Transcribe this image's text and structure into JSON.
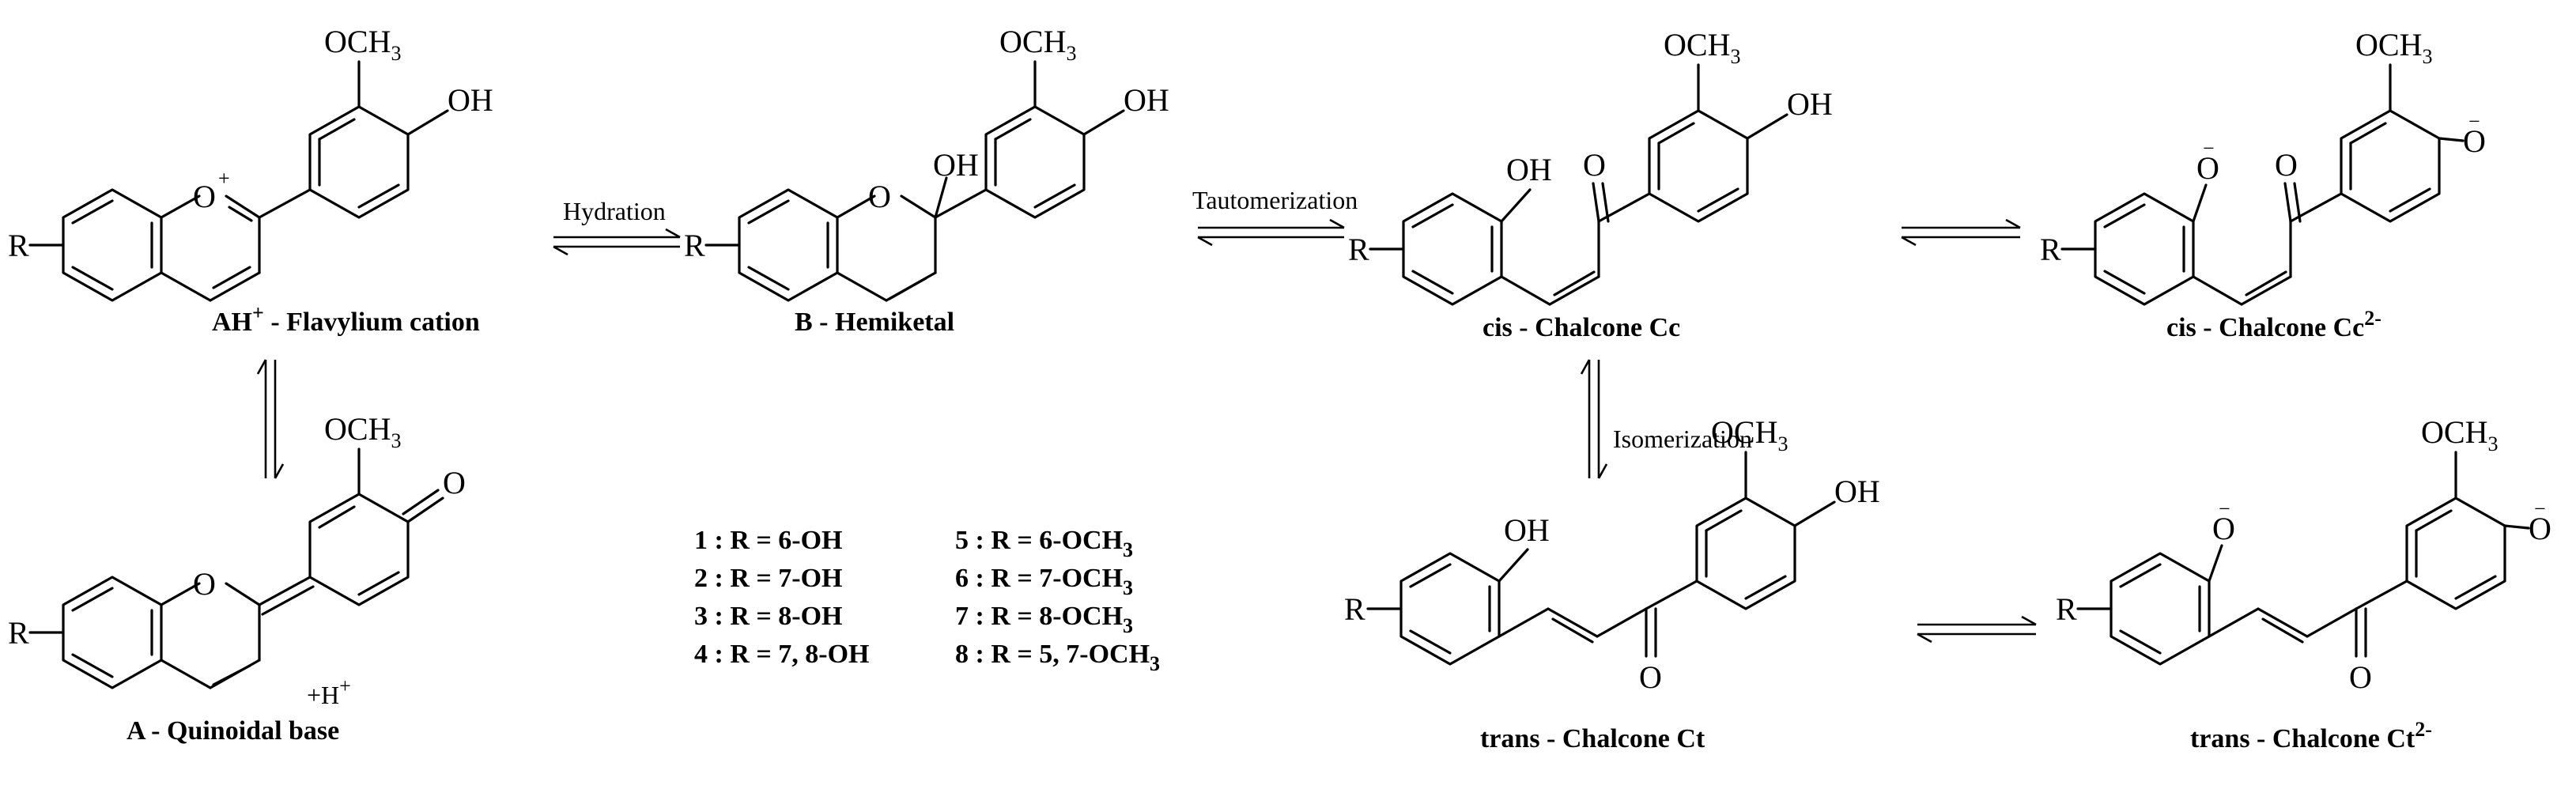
{
  "labels": {
    "och3": "OCH",
    "och3_sub": "3",
    "oh": "OH",
    "o": "O",
    "r": "R",
    "plus": "+",
    "minus": "−"
  },
  "captions": {
    "flavylium_prefix": "AH",
    "flavylium_sup": "+",
    "flavylium_rest": " - Flavylium cation",
    "hemiketal": "B - Hemiketal",
    "cis": "cis - Chalcone Cc",
    "cis2_prefix": "cis - Chalcone Cc",
    "cis2_sup": "2-",
    "trans": "trans - Chalcone Ct",
    "trans2_prefix": "trans - Chalcone Ct",
    "trans2_sup": "2-",
    "quinoidal": "A - Quinoidal base",
    "hplus": "+H",
    "hplus_sup": "+"
  },
  "arrows": {
    "hydration": "Hydration",
    "tautomerization": "Tautomerization",
    "isomerization": "Isomerization"
  },
  "compounds": [
    {
      "left": "1 : R = 6-OH",
      "right": "5 : R = 6-OCH",
      "right_sub": "3"
    },
    {
      "left": "2 : R = 7-OH",
      "right": "6 : R = 7-OCH",
      "right_sub": "3"
    },
    {
      "left": "3 : R = 8-OH",
      "right": "7 : R = 8-OCH",
      "right_sub": "3"
    },
    {
      "left": "4 : R = 7, 8-OH",
      "right": "8 : R = 5, 7-OCH",
      "right_sub": "3"
    }
  ]
}
